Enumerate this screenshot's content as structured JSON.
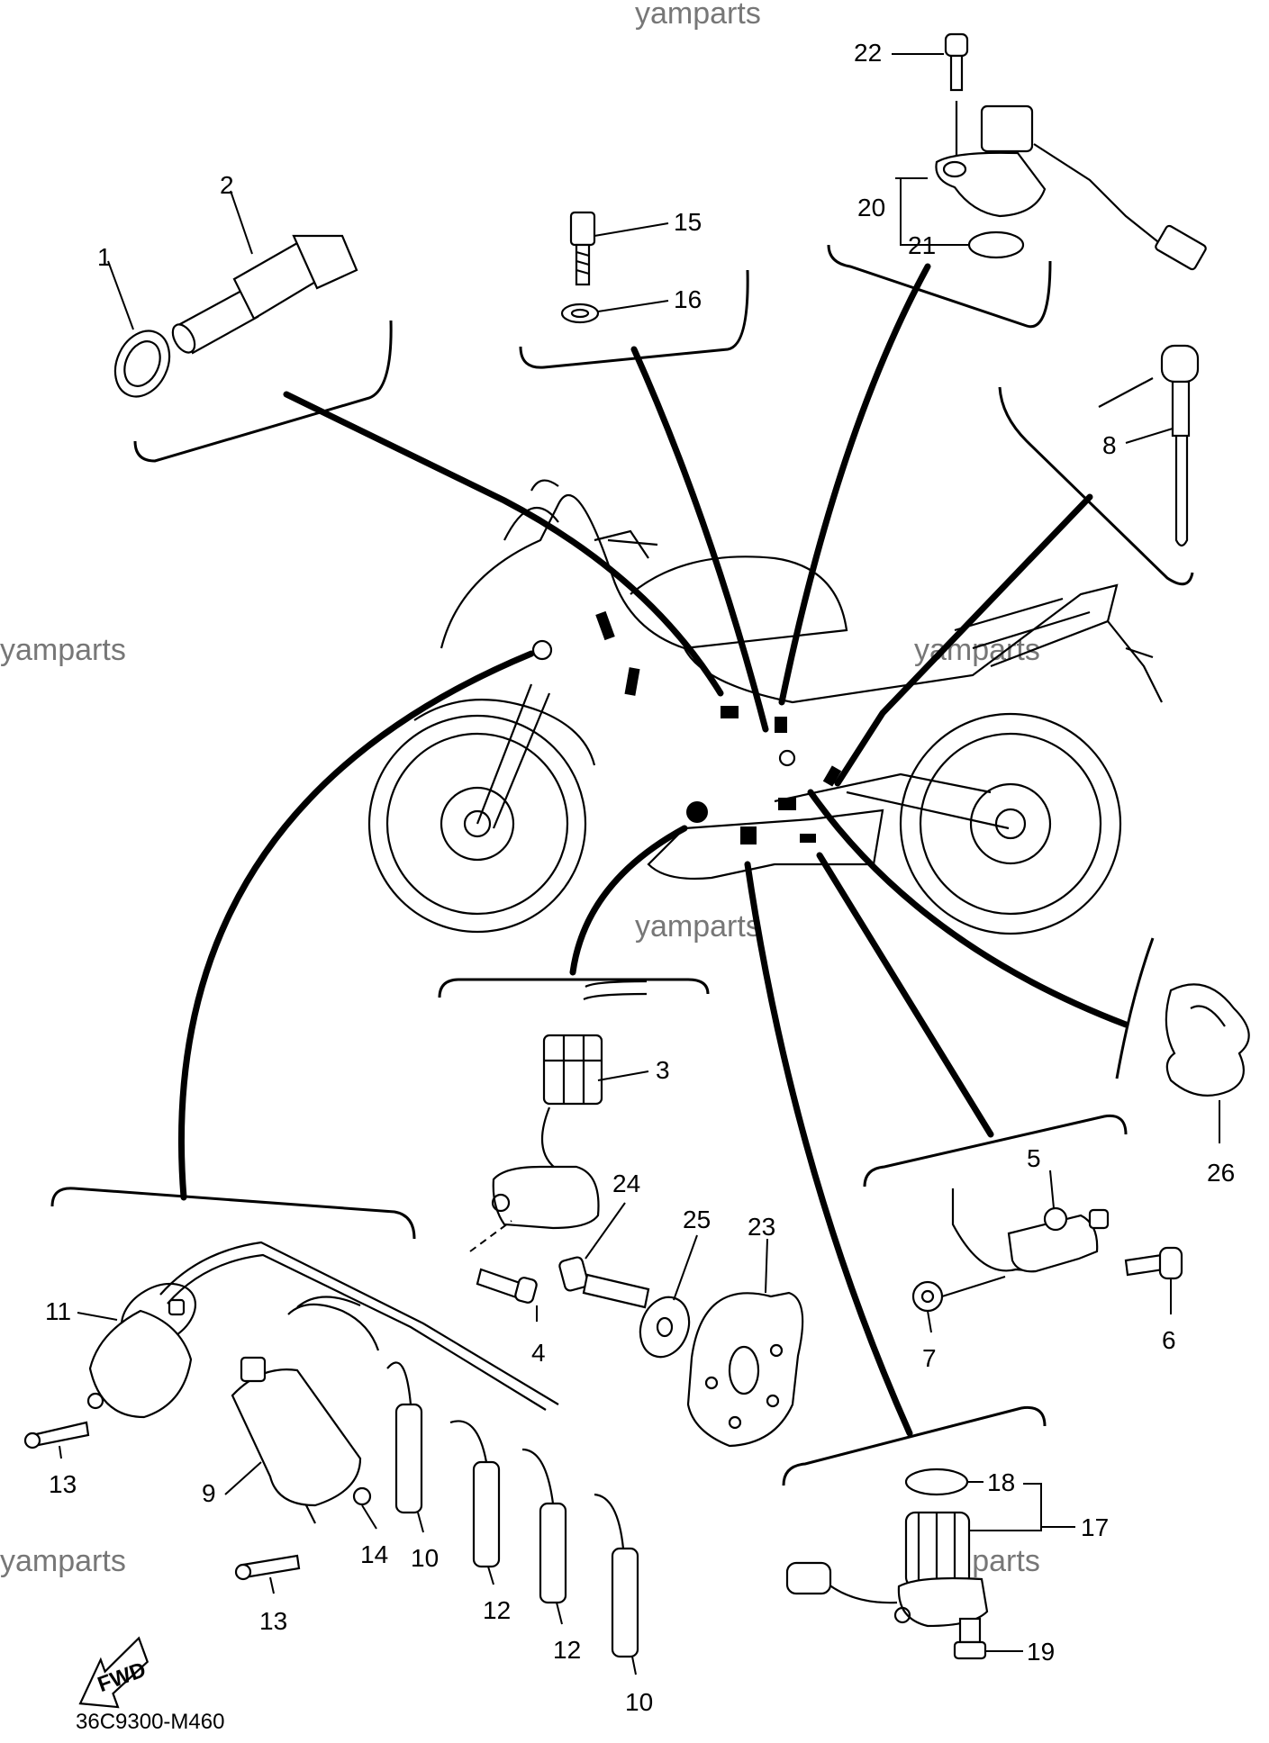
{
  "watermark": "yamparts",
  "diagram_code": "36C9300-M460",
  "fwd_label": "FWD",
  "labels": {
    "p1": "1",
    "p2": "2",
    "p3": "3",
    "p4": "4",
    "p5": "5",
    "p6": "6",
    "p7": "7",
    "p8": "8",
    "p9": "9",
    "p10a": "10",
    "p10b": "10",
    "p11": "11",
    "p12a": "12",
    "p12b": "12",
    "p13a": "13",
    "p13b": "13",
    "p14": "14",
    "p15": "15",
    "p16": "16",
    "p17": "17",
    "p18": "18",
    "p19": "19",
    "p20": "20",
    "p21": "21",
    "p22": "22",
    "p23": "23",
    "p24": "24",
    "p25": "25",
    "p26": "26"
  }
}
